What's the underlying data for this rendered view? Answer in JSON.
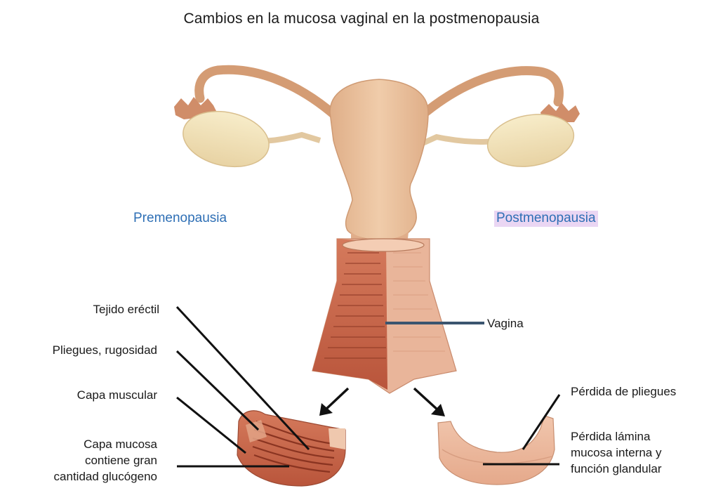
{
  "title": "Cambios en la mucosa vaginal en la postmenopausia",
  "stages": {
    "pre": "Premenopausia",
    "post": "Postmenopausia"
  },
  "labels": {
    "tejido": "Tejido eréctil",
    "pliegues": "Pliegues, rugosidad",
    "capa_muscular": "Capa muscular",
    "capa_mucosa": [
      "Capa mucosa",
      "contiene gran",
      "cantidad glucógeno"
    ],
    "vagina": "Vagina",
    "perdida_pliegues": "Pérdida de pliegues",
    "perdida_lamina": [
      "Pérdida lámina",
      "mucosa interna y",
      "función glandular"
    ]
  },
  "colors": {
    "uterus": "#e8c3a0",
    "uterus_dark": "#cf9a73",
    "ovary": "#f2e2b8",
    "vagina_pre": "#c9664a",
    "vagina_post": "#e9b59a",
    "stage_label": "#2e6fb5",
    "post_highlight": "#ead6f3",
    "leader_line": "#111111",
    "vagina_line": "#3b556f"
  }
}
